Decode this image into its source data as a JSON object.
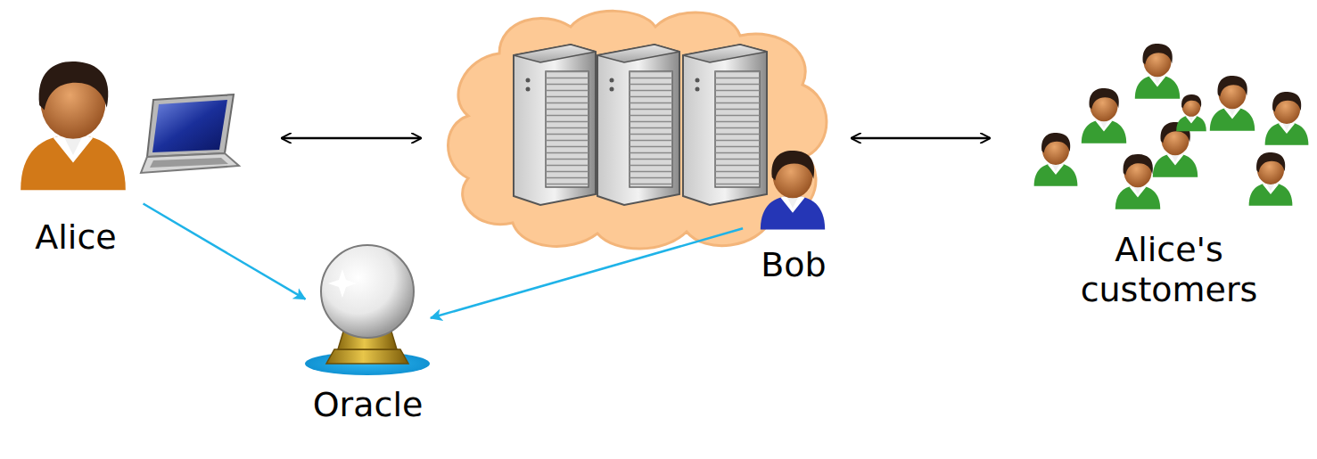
{
  "diagram": {
    "nodes": [
      {
        "text": [
          "Alice"
        ]
      },
      {
        "text": [
          "Bob"
        ]
      },
      {
        "text": [
          "Alice's customers"
        ]
      },
      {
        "text": [
          "Oracle"
        ]
      }
    ],
    "edges": [
      {
        "from": 0,
        "to": 3,
        "arrow": "to"
      },
      {
        "from": 1,
        "to": 3,
        "arrow": "to"
      }
    ]
  }
}
